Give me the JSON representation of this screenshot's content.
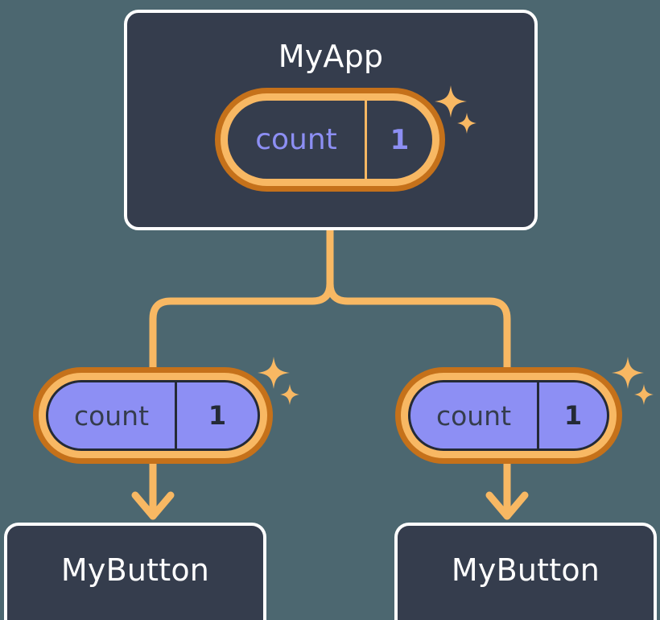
{
  "diagram": {
    "title": "MyApp component tree with shared count state",
    "background_color": "#4c6770"
  },
  "colors": {
    "box_fill": "#353d4d",
    "box_border": "#ffffff",
    "pill_outer_ring": "#c5711a",
    "pill_inner_ring": "#f8b863",
    "pill_purple_fill": "#8d8ff4",
    "state_text_dark": "#242a36",
    "state_text_purple": "#8d8ff4",
    "connector": "#f8b863",
    "sparkle": "#f8b863"
  },
  "nodes": {
    "root": {
      "name": "MyApp",
      "label": "MyApp",
      "state": {
        "key": "count",
        "value": "1",
        "variant": "dark"
      },
      "sparkle": "sparkle-icon"
    },
    "children": [
      {
        "name": "MyButton",
        "label": "MyButton",
        "state": {
          "key": "count",
          "value": "1",
          "variant": "purple"
        },
        "sparkle": "sparkle-icon"
      },
      {
        "name": "MyButton",
        "label": "MyButton",
        "state": {
          "key": "count",
          "value": "1",
          "variant": "purple"
        },
        "sparkle": "sparkle-icon"
      }
    ]
  },
  "connectors": {
    "tree_branch": "branch-connector",
    "arrow_left": "down-arrow-icon",
    "arrow_right": "down-arrow-icon"
  }
}
